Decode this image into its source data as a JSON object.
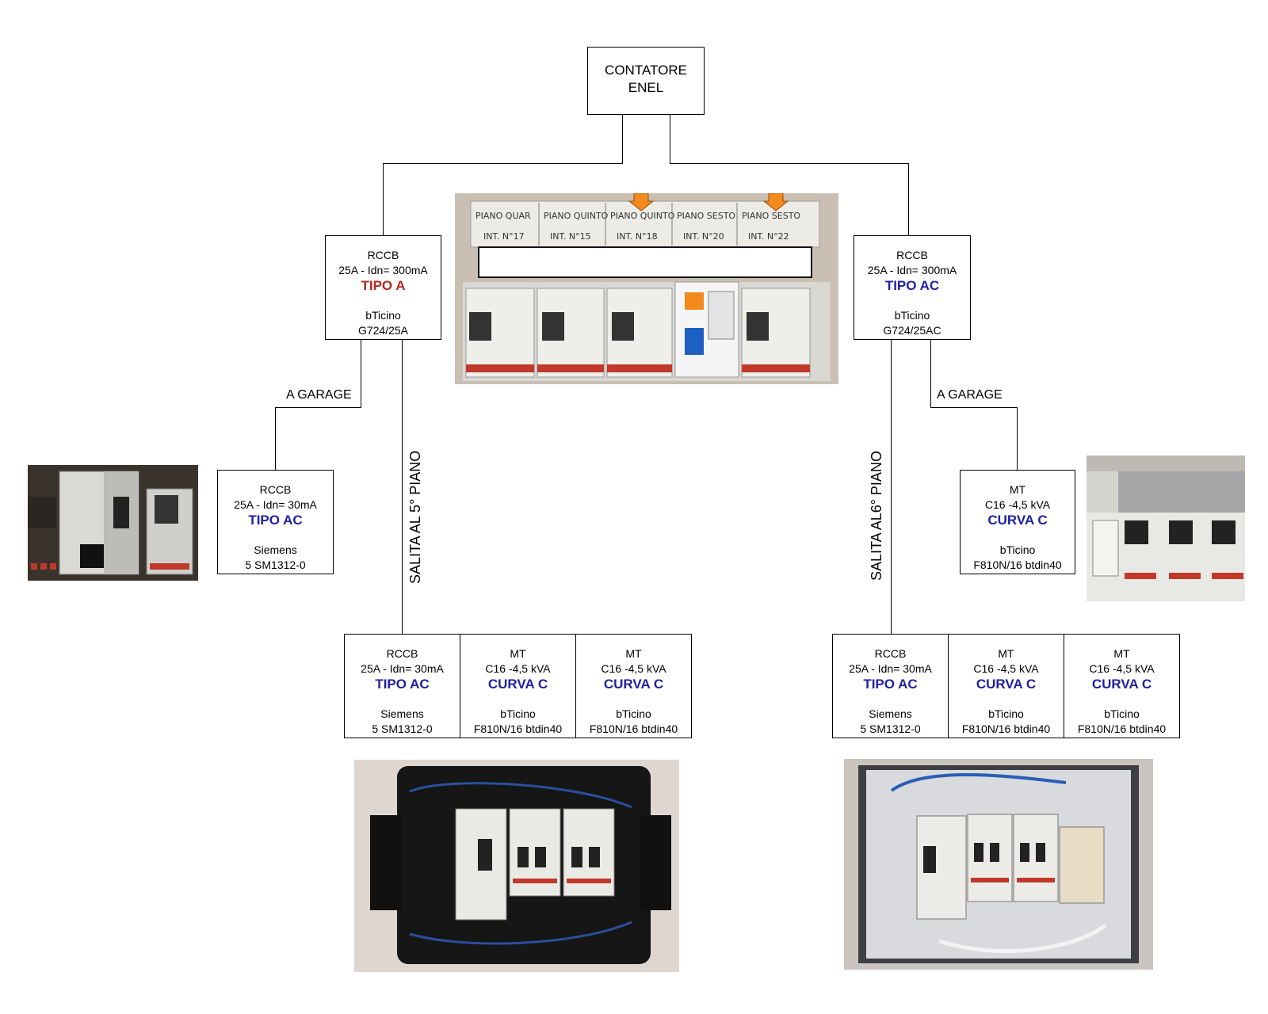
{
  "meter": {
    "line1": "CONTATORE",
    "line2": "ENEL"
  },
  "left_main": {
    "l1": "RCCB",
    "l2": "25A - Idn= 300mA",
    "type": "TIPO A",
    "brand": "bTicino",
    "model": "G724/25A"
  },
  "right_main": {
    "l1": "RCCB",
    "l2": "25A - Idn= 300mA",
    "type": "TIPO AC",
    "brand": "bTicino",
    "model": "G724/25AC"
  },
  "left_garage_label": "A GARAGE",
  "right_garage_label": "A GARAGE",
  "left_garage": {
    "l1": "RCCB",
    "l2": "25A - Idn= 30mA",
    "type": "TIPO AC",
    "brand": "Siemens",
    "model": "5 SM1312-0"
  },
  "right_garage": {
    "l1": "MT",
    "l2": "C16 -4,5 kVA",
    "type": "CURVA C",
    "brand": "bTicino",
    "model": "F810N/16 btdin40"
  },
  "left_riser_label": "SALITA AL 5° PIANO",
  "right_riser_label": "SALITA AL6° PIANO",
  "left_panel": [
    {
      "l1": "RCCB",
      "l2": "25A - Idn= 30mA",
      "type": "TIPO AC",
      "brand": "Siemens",
      "model": "5 SM1312-0"
    },
    {
      "l1": "MT",
      "l2": "C16 -4,5 kVA",
      "type": "CURVA C",
      "brand": "bTicino",
      "model": "F810N/16 btdin40"
    },
    {
      "l1": "MT",
      "l2": "C16 -4,5 kVA",
      "type": "CURVA C",
      "brand": "bTicino",
      "model": "F810N/16 btdin40"
    }
  ],
  "right_panel": [
    {
      "l1": "RCCB",
      "l2": "25A - Idn= 30mA",
      "type": "TIPO AC",
      "brand": "Siemens",
      "model": "5 SM1312-0"
    },
    {
      "l1": "MT",
      "l2": "C16 -4,5 kVA",
      "type": "CURVA C",
      "brand": "bTicino",
      "model": "F810N/16 btdin40"
    },
    {
      "l1": "MT",
      "l2": "C16 -4,5 kVA",
      "type": "CURVA C",
      "brand": "bTicino",
      "model": "F810N/16 btdin40"
    }
  ],
  "photo_top_labels": [
    "PIANO QUAR",
    "PIANO QUINTO",
    "PIANO QUINTO",
    "PIANO SESTO",
    "PIANO SESTO"
  ],
  "photo_top_labels2": [
    "INT. N°17",
    "INT. N°15",
    "INT. N°18",
    "INT. N°20",
    "INT. N°22"
  ],
  "colors": {
    "blue": "#1f1fa6",
    "red": "#b3261e",
    "orange_arrow": "#f28a1e"
  }
}
